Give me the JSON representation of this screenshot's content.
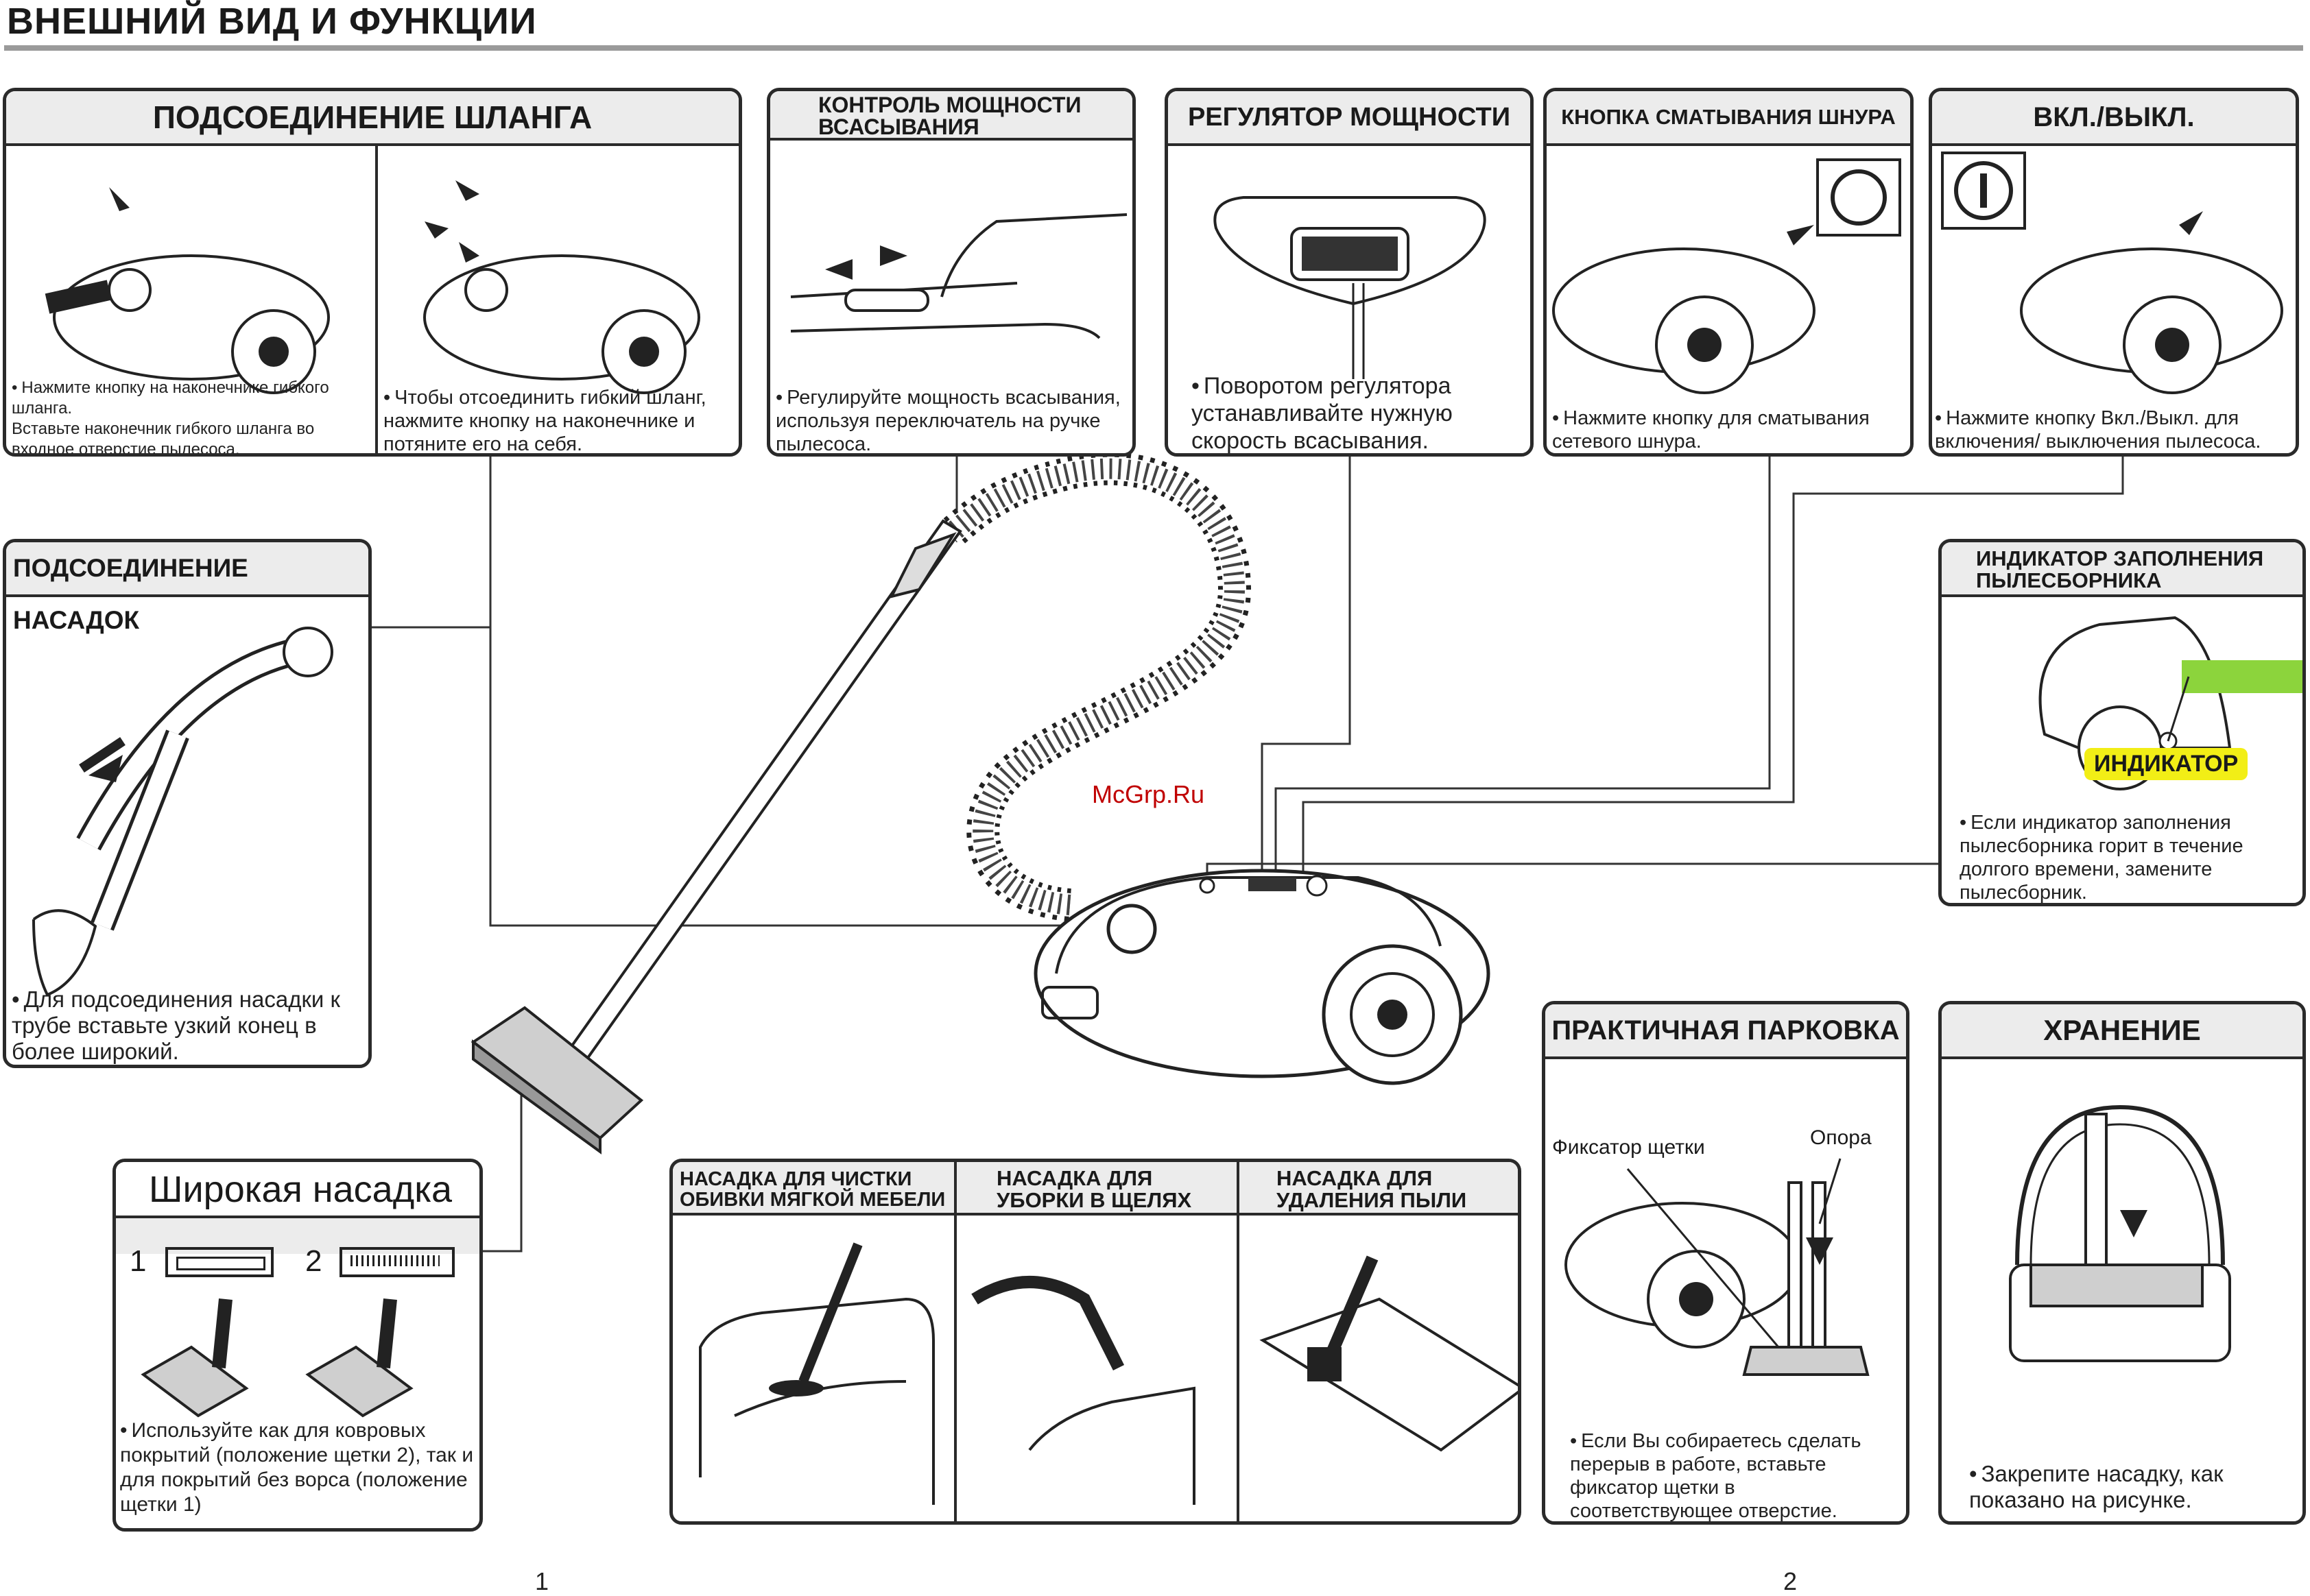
{
  "page": {
    "title": "ВНЕШНИЙ ВИД И ФУНКЦИИ",
    "watermark": "McGrp.Ru",
    "page_left": "1",
    "page_right": "2"
  },
  "hose": {
    "title": "ПОДСОЕДИНЕНИЕ ШЛАНГА",
    "text_left": "Нажмите кнопку на наконечнике гибкого шланга.\nВставьте наконечник гибкого шланга во входное отверстие пылесоса.",
    "text_right": "Чтобы отсоединить гибкий шланг, нажмите кнопку на наконечнике и потяните его на себя."
  },
  "suction": {
    "title": "КОНТРОЛЬ МОЩНОСТИ ВСАСЫВАНИЯ",
    "text": "Регулируйте мощность всасывания, используя переключатель на ручке пылесоса."
  },
  "regulator": {
    "title": "РЕГУЛЯТОР МОЩНОСТИ",
    "text": "Поворотом регулятора устанавливайте нужную скорость всасывания."
  },
  "cord": {
    "title": "КНОПКА СМАТЫВАНИЯ ШНУРА",
    "text": "Нажмите кнопку для сматывания сетевого шнура."
  },
  "power": {
    "title": "ВКЛ./ВЫКЛ.",
    "text": "Нажмите кнопку Вкл./Выкл. для включения/ выключения пылесоса."
  },
  "attach": {
    "title": "ПОДСОЕДИНЕНИЕ НАСАДОК",
    "text": "Для подсоединения насадки к трубе вставьте узкий конец в более широкий."
  },
  "indicator": {
    "title": "ИНДИКАТОР ЗАПОЛНЕНИЯ ПЫЛЕСБОРНИКА",
    "label": "ИНДИКАТОР",
    "text": "Если индикатор заполнения пылесборника горит в течение долгого времени, замените пылесборник.",
    "colors": {
      "green": "#8cd43c",
      "yellow": "#f2ee16"
    }
  },
  "wide": {
    "title": "Широкая насадка",
    "pos1": "1",
    "pos2": "2",
    "text": "Используйте как для ковровых покрытий (положение щетки 2), так и для покрытий без ворса (положение щетки 1)"
  },
  "nozzles": {
    "col1": "НАСАДКА ДЛЯ ЧИСТКИ ОБИВКИ МЯГКОЙ МЕБЕЛИ",
    "col2": "НАСАДКА ДЛЯ УБОРКИ В ЩЕЛЯХ",
    "col3": "НАСАДКА ДЛЯ УДАЛЕНИЯ ПЫЛИ"
  },
  "parking": {
    "title": "ПРАКТИЧНАЯ ПАРКОВКА",
    "label_lock": "Фиксатор щетки",
    "label_support": "Опора",
    "text": "Если Вы собираетесь сделать перерыв в работе, вставьте фиксатор щетки в соответствующее отверстие."
  },
  "storage": {
    "title": "ХРАНЕНИЕ",
    "text": "Закрепите насадку, как показано на рисунке."
  }
}
